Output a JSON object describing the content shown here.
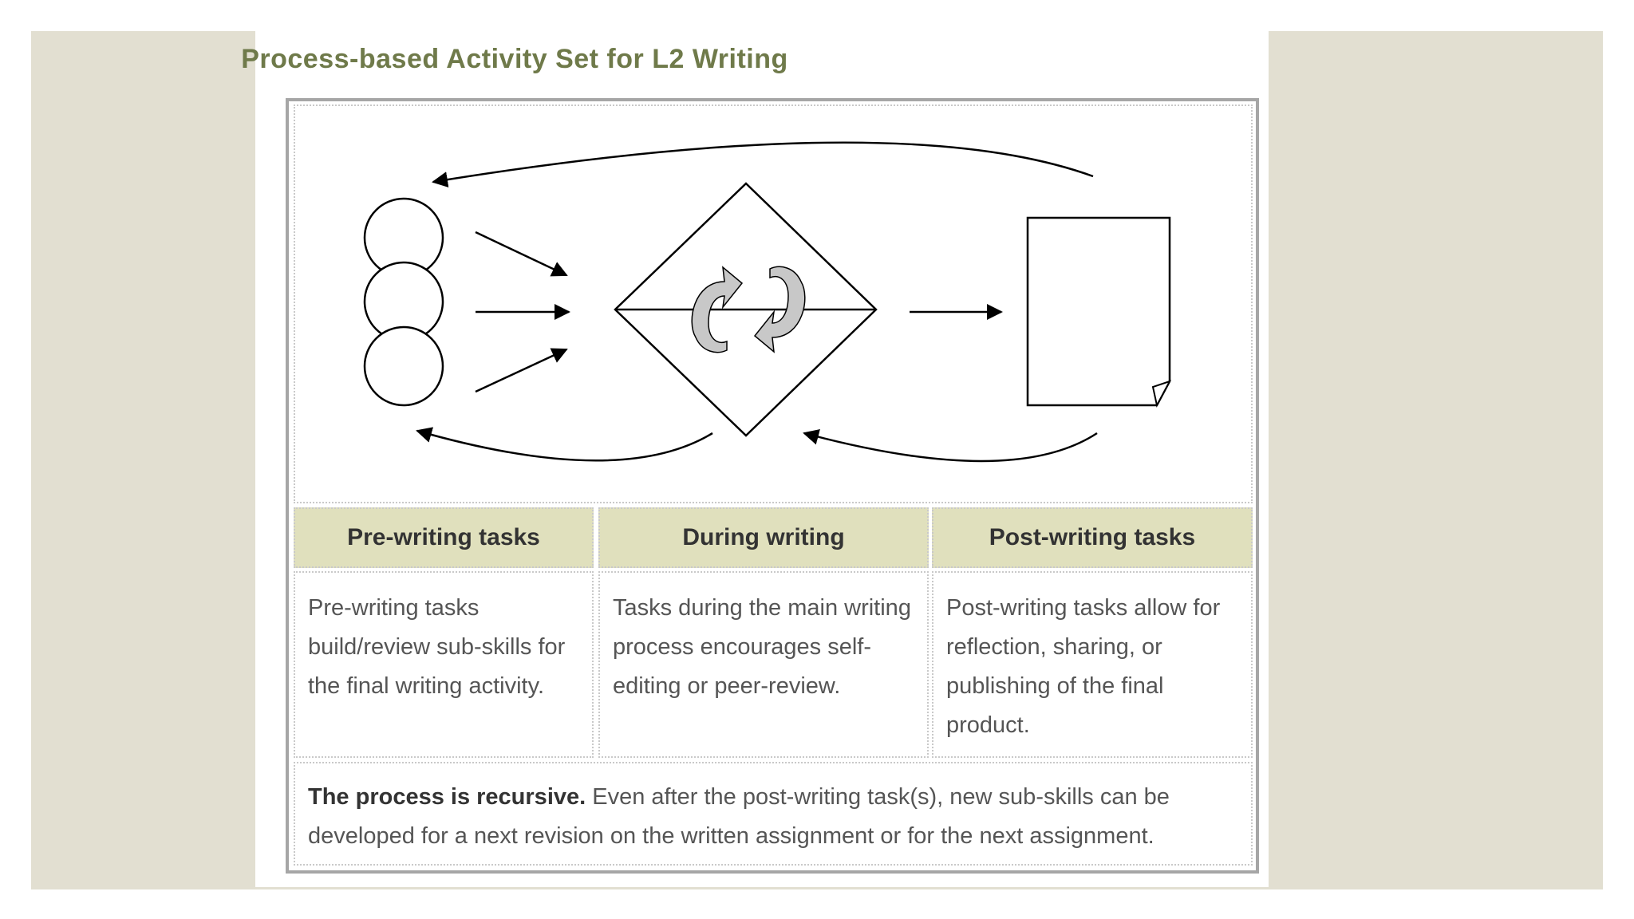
{
  "title": "Process-based Activity Set for L2 Writing",
  "diagram": {
    "icons": [
      "subskill-circle-icon",
      "revision-diamond-icon",
      "recursive-arrows-icon",
      "document-page-icon"
    ]
  },
  "columns": [
    {
      "header": "Pre-writing tasks",
      "body": "Pre-writing tasks build/review sub-skills for the final writing activity."
    },
    {
      "header": "During writing",
      "body": "Tasks during the main writing process encourages self-editing or peer-review."
    },
    {
      "header": "Post-writing tasks",
      "body": "Post-writing tasks allow for reflection, sharing, or publishing of the final product."
    }
  ],
  "footer": {
    "bold": "The process is recursive.",
    "text": " Even after the post-writing task(s), new sub-skills can be developed for a next revision on the written assignment or for the next assignment."
  },
  "colors": {
    "background": "#e2dfd1",
    "title": "#6f7a4a",
    "header_fill": "#e0e0bd",
    "border": "#a6a6a6"
  }
}
